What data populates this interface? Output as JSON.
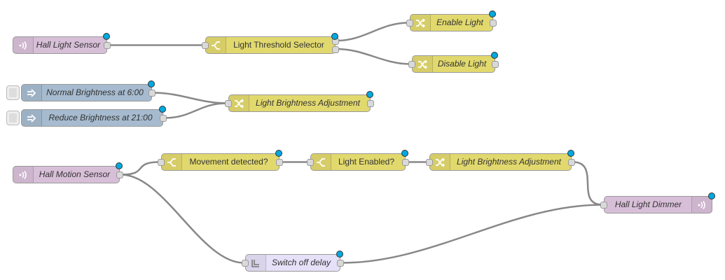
{
  "colors": {
    "mqtt": "#d8bfd8",
    "function": "#e2d96e",
    "inject": "#a6bbcf",
    "trigger": "#e6e0f8",
    "wire": "#888888",
    "status_dot": "#00a9e0"
  },
  "nodes": [
    {
      "id": "n1",
      "label": "Hall Light Sensor",
      "type": "mqtt-in",
      "icon": "wifi-icon",
      "italic": true,
      "has_input": false,
      "has_output": true,
      "outputs": 1
    },
    {
      "id": "n2",
      "label": "Light Threshold Selector",
      "type": "switch",
      "icon": "switch-icon",
      "italic": false,
      "has_input": true,
      "has_output": true,
      "outputs": 2
    },
    {
      "id": "n3",
      "label": "Enable Light",
      "type": "change",
      "icon": "shuffle-icon",
      "italic": true,
      "has_input": true,
      "has_output": true,
      "outputs": 1
    },
    {
      "id": "n4",
      "label": "Disable Light",
      "type": "change",
      "icon": "shuffle-icon",
      "italic": true,
      "has_input": true,
      "has_output": true,
      "outputs": 1
    },
    {
      "id": "n5",
      "label": "Normal Brightness at 6:00",
      "type": "inject",
      "icon": "arrow-icon",
      "italic": true,
      "has_input": false,
      "has_output": true,
      "outputs": 1
    },
    {
      "id": "n6",
      "label": "Reduce Brightness at 21:00",
      "type": "inject",
      "icon": "arrow-icon",
      "italic": true,
      "has_input": false,
      "has_output": true,
      "outputs": 1
    },
    {
      "id": "n7",
      "label": "Light Brightness Adjustment",
      "type": "change",
      "icon": "shuffle-icon",
      "italic": true,
      "has_input": true,
      "has_output": true,
      "outputs": 1
    },
    {
      "id": "n8",
      "label": "Hall Motion Sensor",
      "type": "mqtt-in",
      "icon": "wifi-icon",
      "italic": true,
      "has_input": false,
      "has_output": true,
      "outputs": 1
    },
    {
      "id": "n9",
      "label": "Movement detected?",
      "type": "switch",
      "icon": "switch-icon",
      "italic": false,
      "has_input": true,
      "has_output": true,
      "outputs": 1
    },
    {
      "id": "n10",
      "label": "Light Enabled?",
      "type": "switch",
      "icon": "switch-icon",
      "italic": false,
      "has_input": true,
      "has_output": true,
      "outputs": 1
    },
    {
      "id": "n11",
      "label": "Light Brightness Adjustment",
      "type": "change",
      "icon": "shuffle-icon",
      "italic": true,
      "has_input": true,
      "has_output": true,
      "outputs": 1
    },
    {
      "id": "n12",
      "label": "Hall Light Dimmer",
      "type": "mqtt-out",
      "icon": "wifi-icon",
      "italic": true,
      "has_input": true,
      "has_output": false,
      "outputs": 0
    },
    {
      "id": "n13",
      "label": "Switch off delay",
      "type": "trigger",
      "icon": "trigger-icon",
      "italic": true,
      "has_input": true,
      "has_output": true,
      "outputs": 1
    }
  ],
  "wires": [
    {
      "from": "n1",
      "port": 0,
      "to": "n2"
    },
    {
      "from": "n2",
      "port": 0,
      "to": "n3"
    },
    {
      "from": "n2",
      "port": 1,
      "to": "n4"
    },
    {
      "from": "n5",
      "port": 0,
      "to": "n7"
    },
    {
      "from": "n6",
      "port": 0,
      "to": "n7"
    },
    {
      "from": "n8",
      "port": 0,
      "to": "n9"
    },
    {
      "from": "n8",
      "port": 0,
      "to": "n13"
    },
    {
      "from": "n9",
      "port": 0,
      "to": "n10"
    },
    {
      "from": "n10",
      "port": 0,
      "to": "n11"
    },
    {
      "from": "n11",
      "port": 0,
      "to": "n12"
    },
    {
      "from": "n13",
      "port": 0,
      "to": "n12"
    }
  ]
}
